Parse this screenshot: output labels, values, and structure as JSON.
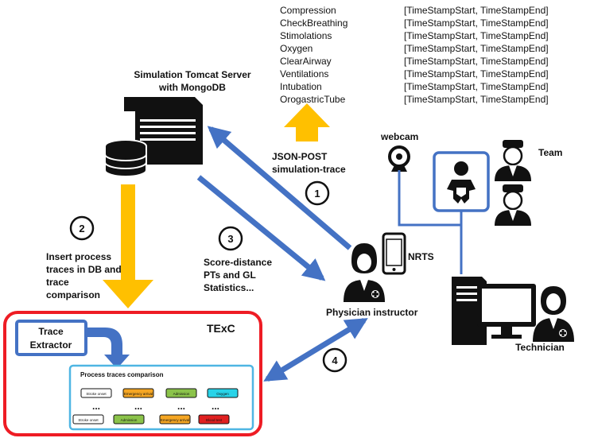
{
  "activities": [
    {
      "name": "Compression",
      "range": "[TimeStampStart, TimeStampEnd]"
    },
    {
      "name": "CheckBreathing",
      "range": "[TimeStampStart, TimeStampEnd]"
    },
    {
      "name": "Stimolations",
      "range": "[TimeStampStart, TimeStampEnd]"
    },
    {
      "name": "Oxygen",
      "range": "[TimeStampStart, TimeStampEnd]"
    },
    {
      "name": "ClearAirway",
      "range": "[TimeStampStart, TimeStampEnd]"
    },
    {
      "name": "Ventilations",
      "range": "[TimeStampStart, TimeStampEnd]"
    },
    {
      "name": "Intubation",
      "range": "[TimeStampStart, TimeStampEnd]"
    },
    {
      "name": "OrogastricTube",
      "range": "[TimeStampStart, TimeStampEnd]"
    }
  ],
  "server": {
    "line1": "Simulation Tomcat Server",
    "line2": "with MongoDB"
  },
  "json_post": {
    "line1": "JSON-POST",
    "line2": "simulation-trace"
  },
  "steps": {
    "s1": "1",
    "s2": "2",
    "s3": "3",
    "s4": "4"
  },
  "insert_text": {
    "line1": "Insert process",
    "line2": "traces in DB and",
    "line3": "trace",
    "line4": "comparison"
  },
  "score_text": {
    "line1": "Score-distance",
    "line2": "PTs and GL",
    "line3": "Statistics..."
  },
  "labels": {
    "webcam": "webcam",
    "team": "Team",
    "nrts": "NRTS",
    "physician": "Physician instructor",
    "technician": "Technician"
  },
  "texc": {
    "title": "TExC",
    "extractor_line1": "Trace",
    "extractor_line2": "Extractor",
    "comparison_title": "Process traces comparison",
    "dots": "...",
    "row1": [
      {
        "label": "Stroke onset",
        "color": "#ffffff"
      },
      {
        "label": "Emergency arrival",
        "color": "#f5a623"
      },
      {
        "label": "Admission",
        "color": "#8bc34a"
      },
      {
        "label": "Oxygen",
        "color": "#29d3e8"
      }
    ],
    "row2": [
      {
        "label": "Stroke onset",
        "color": "#ffffff"
      },
      {
        "label": "Admission",
        "color": "#8bc34a"
      },
      {
        "label": "Emergency arrival",
        "color": "#f5a623"
      },
      {
        "label": "Blood test",
        "color": "#e02020"
      }
    ]
  },
  "colors": {
    "arrow_blue": "#4472c4",
    "arrow_yellow": "#ffc000",
    "texc_border": "#ee1c24",
    "comparison_border": "#4fb6e3",
    "ink": "#111111"
  }
}
